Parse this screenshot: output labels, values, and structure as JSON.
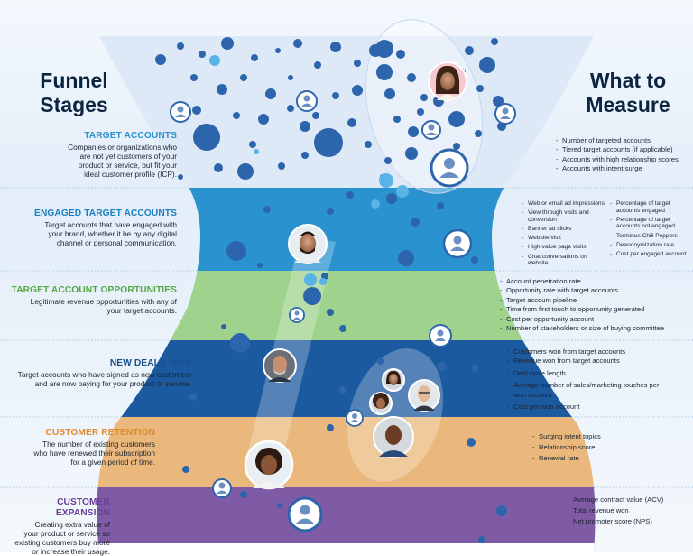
{
  "headings": {
    "left_line1": "Funnel",
    "left_line2": "Stages",
    "right_line1": "What to",
    "right_line2": "Measure"
  },
  "colors": {
    "band_target_accounts": "#dde9f6",
    "band_engaged": "#2a93cf",
    "band_opportunities": "#9fd28c",
    "band_deals_won": "#1c5aa0",
    "band_retention": "#eab87c",
    "band_expansion": "#7f5ba5",
    "bubble": "#2d65ad"
  },
  "stages": [
    {
      "title": "TARGET ACCOUNTS",
      "color": "#2b93d1",
      "description": [
        "Companies or organizations who",
        "are not yet customers of your",
        "product or service, but fit your",
        "ideal customer profile (ICP)."
      ]
    },
    {
      "title": "ENGAGED TARGET ACCOUNTS",
      "color": "#1b7fc2",
      "description": [
        "Target accounts that have engaged with",
        "your brand, whether it be by any digital",
        "channel or personal communication."
      ]
    },
    {
      "title": "TARGET ACCOUNT OPPORTUNITIES",
      "color": "#55a845",
      "description": [
        "Legitimate revenue opportunities with any of",
        "your target accounts."
      ]
    },
    {
      "title": "NEW DEALS WON",
      "color": "#1a4f8f",
      "description": [
        "Target accounts who have signed as new customers",
        "and are now paying for your product or service."
      ]
    },
    {
      "title": "CUSTOMER RETENTION",
      "color": "#e08a2c",
      "description": [
        "The number of existing customers",
        "who have renewed their subscription",
        "for a given period of time."
      ]
    },
    {
      "title": "CUSTOMER EXPANSION",
      "color": "#6a3f98",
      "description": [
        "Creating extra value of",
        "your product or service so",
        "existing customers buy more",
        "or increase their usage."
      ]
    }
  ],
  "metrics": {
    "target_accounts": [
      "Number of targeted accounts",
      "Tiered target accounts (if applicable)",
      "Accounts with high relationship scores",
      "Accounts with intent surge"
    ],
    "engaged_col1": [
      "Web or email ad impressions",
      "View through visits and conversion",
      "Banner ad clicks",
      "Website visit",
      "High-value page visits",
      "Chat conversations on website"
    ],
    "engaged_col2": [
      "Percentage of target accounts engaged",
      "Percentage of target accounts not engaged",
      "Terminus Chili Peppers",
      "Deanonymization rate",
      "Cost per engaged account"
    ],
    "opportunities": [
      "Account penetration rate",
      "Opportunity rate with target accounts",
      "Target account pipeline",
      "Time from first touch to opportunity generated",
      "Cost per opportunity account",
      "Number of stakeholders or size of buying committee"
    ],
    "deals_won": [
      "Customers won from target accounts",
      "Revenue won from target accounts",
      "Deal cycle length",
      "Average number of sales/marketing touches per won account",
      "Cost per won account"
    ],
    "retention": [
      "Surging intent topics",
      "Relationship score",
      "Renewal rate"
    ],
    "expansion": [
      "Average contract value (ACV)",
      "Total revenue won",
      "Net promoter score (NPS)"
    ]
  }
}
